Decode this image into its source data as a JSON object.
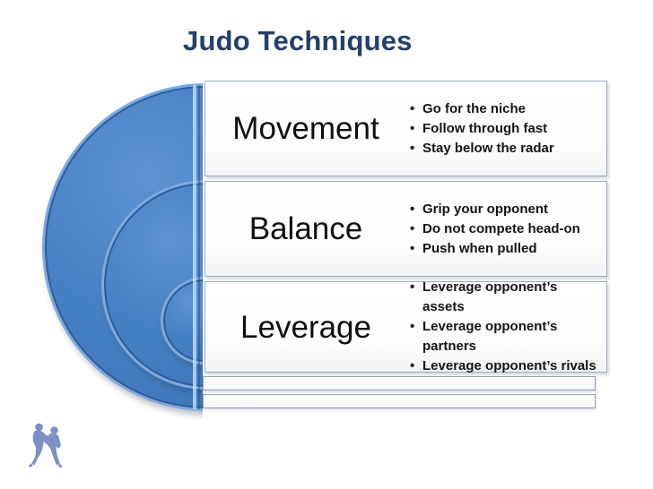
{
  "slide": {
    "title": "Judo Techniques",
    "sections": [
      {
        "heading": "Movement",
        "bullets": [
          "Go for the niche",
          "Follow through fast",
          "Stay below the radar"
        ]
      },
      {
        "heading": "Balance",
        "bullets": [
          "Grip your opponent",
          "Do not compete head-on",
          "Push when pulled"
        ]
      },
      {
        "heading": "Leverage",
        "bullets": [
          "Leverage opponent’s assets",
          "Leverage opponent’s partners",
          "Leverage opponent’s rivals"
        ]
      }
    ],
    "decor": {
      "icon": "judo-fighters-icon",
      "colors": {
        "title_text": "#24406b",
        "circle_fill_dark": "#3a70b4",
        "circle_fill_light": "#5c92d2",
        "circle_rim_light": "#7ea9dd",
        "circle_ring_dark": "#2d5c9b",
        "row_border": "#9aabbf",
        "icon_blue": "#7e90c5"
      }
    }
  }
}
